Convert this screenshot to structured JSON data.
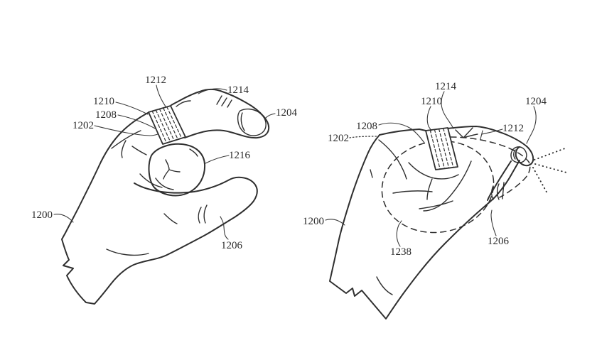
{
  "figure": {
    "type": "patent-line-drawing",
    "background_color": "#ffffff",
    "line_color": "#2f2f2f",
    "scenes": {
      "left": "open hand with finger-mounted device band on index finger",
      "right": "hand pinching with finger-mounted device band, dashed hidden outline and dotted rays at pinch point"
    }
  },
  "left_figure": {
    "labels": [
      {
        "text": "1212"
      },
      {
        "text": "1214"
      },
      {
        "text": "1210"
      },
      {
        "text": "1208"
      },
      {
        "text": "1202"
      },
      {
        "text": "1204"
      },
      {
        "text": "1216"
      },
      {
        "text": "1200"
      },
      {
        "text": "1206"
      }
    ]
  },
  "right_figure": {
    "labels": [
      {
        "text": "1214"
      },
      {
        "text": "1210"
      },
      {
        "text": "1204"
      },
      {
        "text": "1208"
      },
      {
        "text": "1212"
      },
      {
        "text": "1202"
      },
      {
        "text": "1200"
      },
      {
        "text": "1238"
      },
      {
        "text": "1206"
      }
    ]
  }
}
